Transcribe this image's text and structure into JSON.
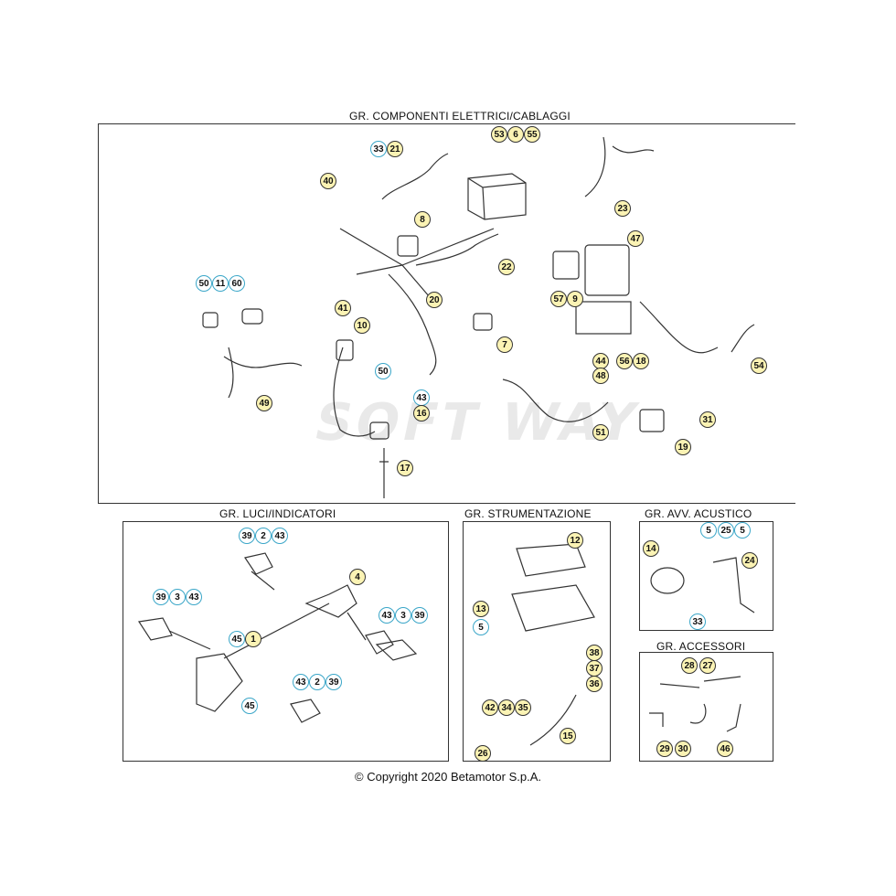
{
  "sections": {
    "electrical": "GR. COMPONENTI ELETTRICI/CABLAGGI",
    "lights": "GR. LUCI/INDICATORI",
    "instruments": "GR. STRUMENTAZIONE",
    "horn": "GR. AVV. ACUSTICO",
    "accessories": "GR. ACCESSORI"
  },
  "copyright": "© Copyright 2020 Betamotor S.p.A.",
  "callouts": {
    "electrical": [
      "33",
      "21",
      "53",
      "6",
      "55",
      "40",
      "8",
      "23",
      "22",
      "47",
      "50",
      "11",
      "60",
      "41",
      "20",
      "57",
      "9",
      "7",
      "10",
      "56",
      "18",
      "54",
      "50",
      "44",
      "48",
      "43",
      "16",
      "51",
      "31",
      "49",
      "19",
      "17"
    ],
    "lights": [
      "39",
      "2",
      "43",
      "4",
      "39",
      "3",
      "43",
      "43",
      "3",
      "39",
      "45",
      "1",
      "45",
      "43",
      "2",
      "39"
    ],
    "instruments": [
      "12",
      "13",
      "5",
      "38",
      "37",
      "36",
      "42",
      "34",
      "35",
      "15",
      "26"
    ],
    "horn": [
      "5",
      "25",
      "5",
      "14",
      "24",
      "33"
    ],
    "accessories": [
      "28",
      "27",
      "29",
      "30",
      "46"
    ]
  },
  "blue_callouts": [
    "33",
    "50",
    "11",
    "60",
    "50",
    "43",
    "39",
    "2",
    "43",
    "39",
    "3",
    "43",
    "43",
    "3",
    "39",
    "45",
    "45",
    "43",
    "2",
    "39",
    "5",
    "5",
    "25",
    "5",
    "33"
  ],
  "colors": {
    "callout_fill": "#fbf3b4",
    "callout_blue": "#3aa6c8",
    "line": "#333333"
  }
}
